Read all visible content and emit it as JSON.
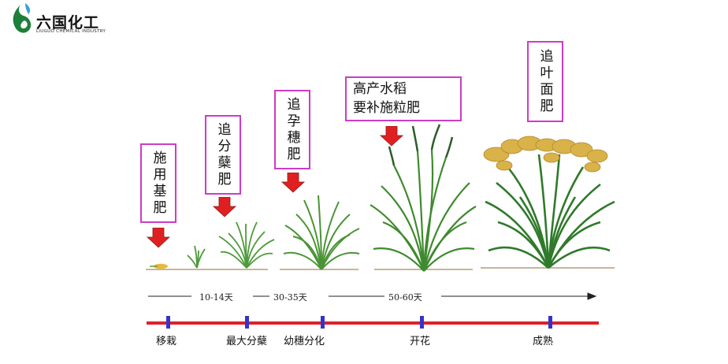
{
  "logo": {
    "name": "六国化工",
    "sub": "LIUGUO CHEMICAL INDUSTRY"
  },
  "labels": {
    "basal": "施用基肥",
    "tiller": "追分蘖肥",
    "panicle": "追孕穗肥",
    "grain": [
      "高产水稻",
      "要补施粒肥"
    ],
    "foliar": "追叶面肥"
  },
  "durations": [
    "10-14天",
    "30-35天",
    "50-60天"
  ],
  "stages": [
    "移栽",
    "最大分蘖",
    "幼穗分化",
    "开花",
    "成熟"
  ],
  "colors": {
    "box_border": "#cc3cc4",
    "arrow": "#e02020",
    "timeline": "#e0202a",
    "tick": "#3333cc",
    "leaf": "#3f8a2e",
    "grain": "#d9b24a"
  },
  "icons": [
    "leaf-drop-icon"
  ]
}
